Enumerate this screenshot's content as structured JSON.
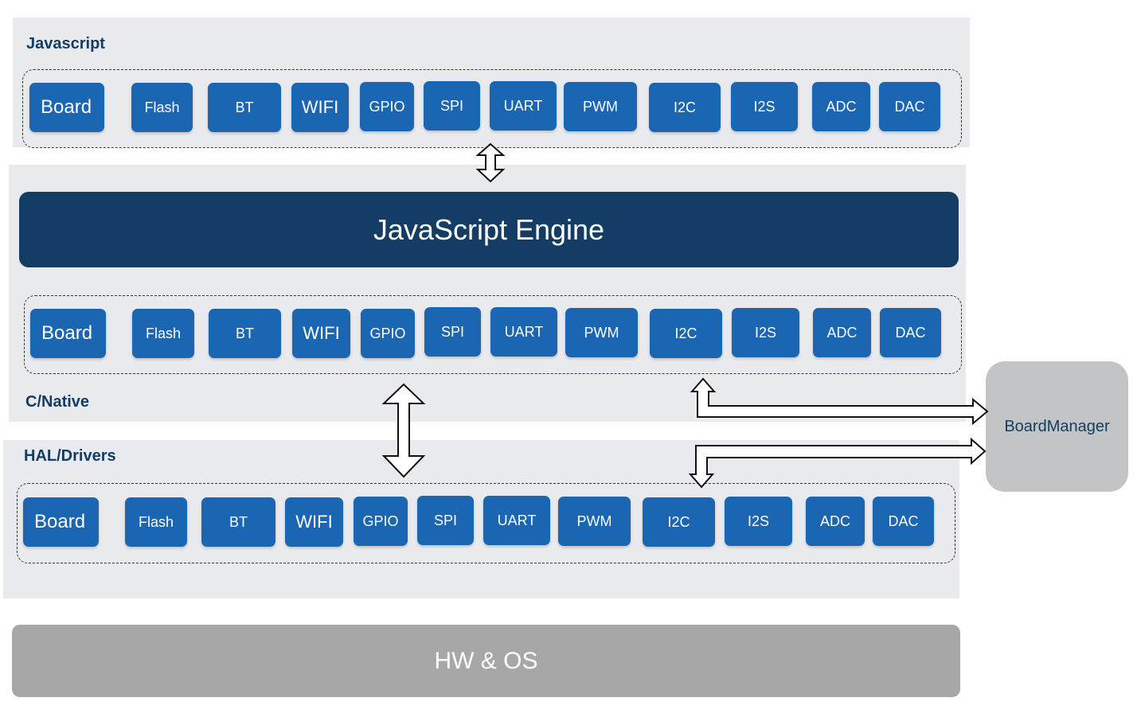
{
  "layers": {
    "javascript": {
      "label": "Javascript"
    },
    "native": {
      "label": "C/Native"
    },
    "hal": {
      "label": "HAL/Drivers"
    }
  },
  "engine": {
    "label": "JavaScript Engine"
  },
  "hw": {
    "label": "HW & OS"
  },
  "board_manager": {
    "label": "BoardManager"
  },
  "modules": [
    "Board",
    "Flash",
    "BT",
    "WIFI",
    "GPIO",
    "SPI",
    "UART",
    "PWM",
    "I2C",
    "I2S",
    "ADC",
    "DAC"
  ],
  "colors": {
    "module": "#1a66b3",
    "engine": "#143d66",
    "hw": "#a7a7a7",
    "panel": "#e9eaee",
    "label": "#143d63"
  }
}
